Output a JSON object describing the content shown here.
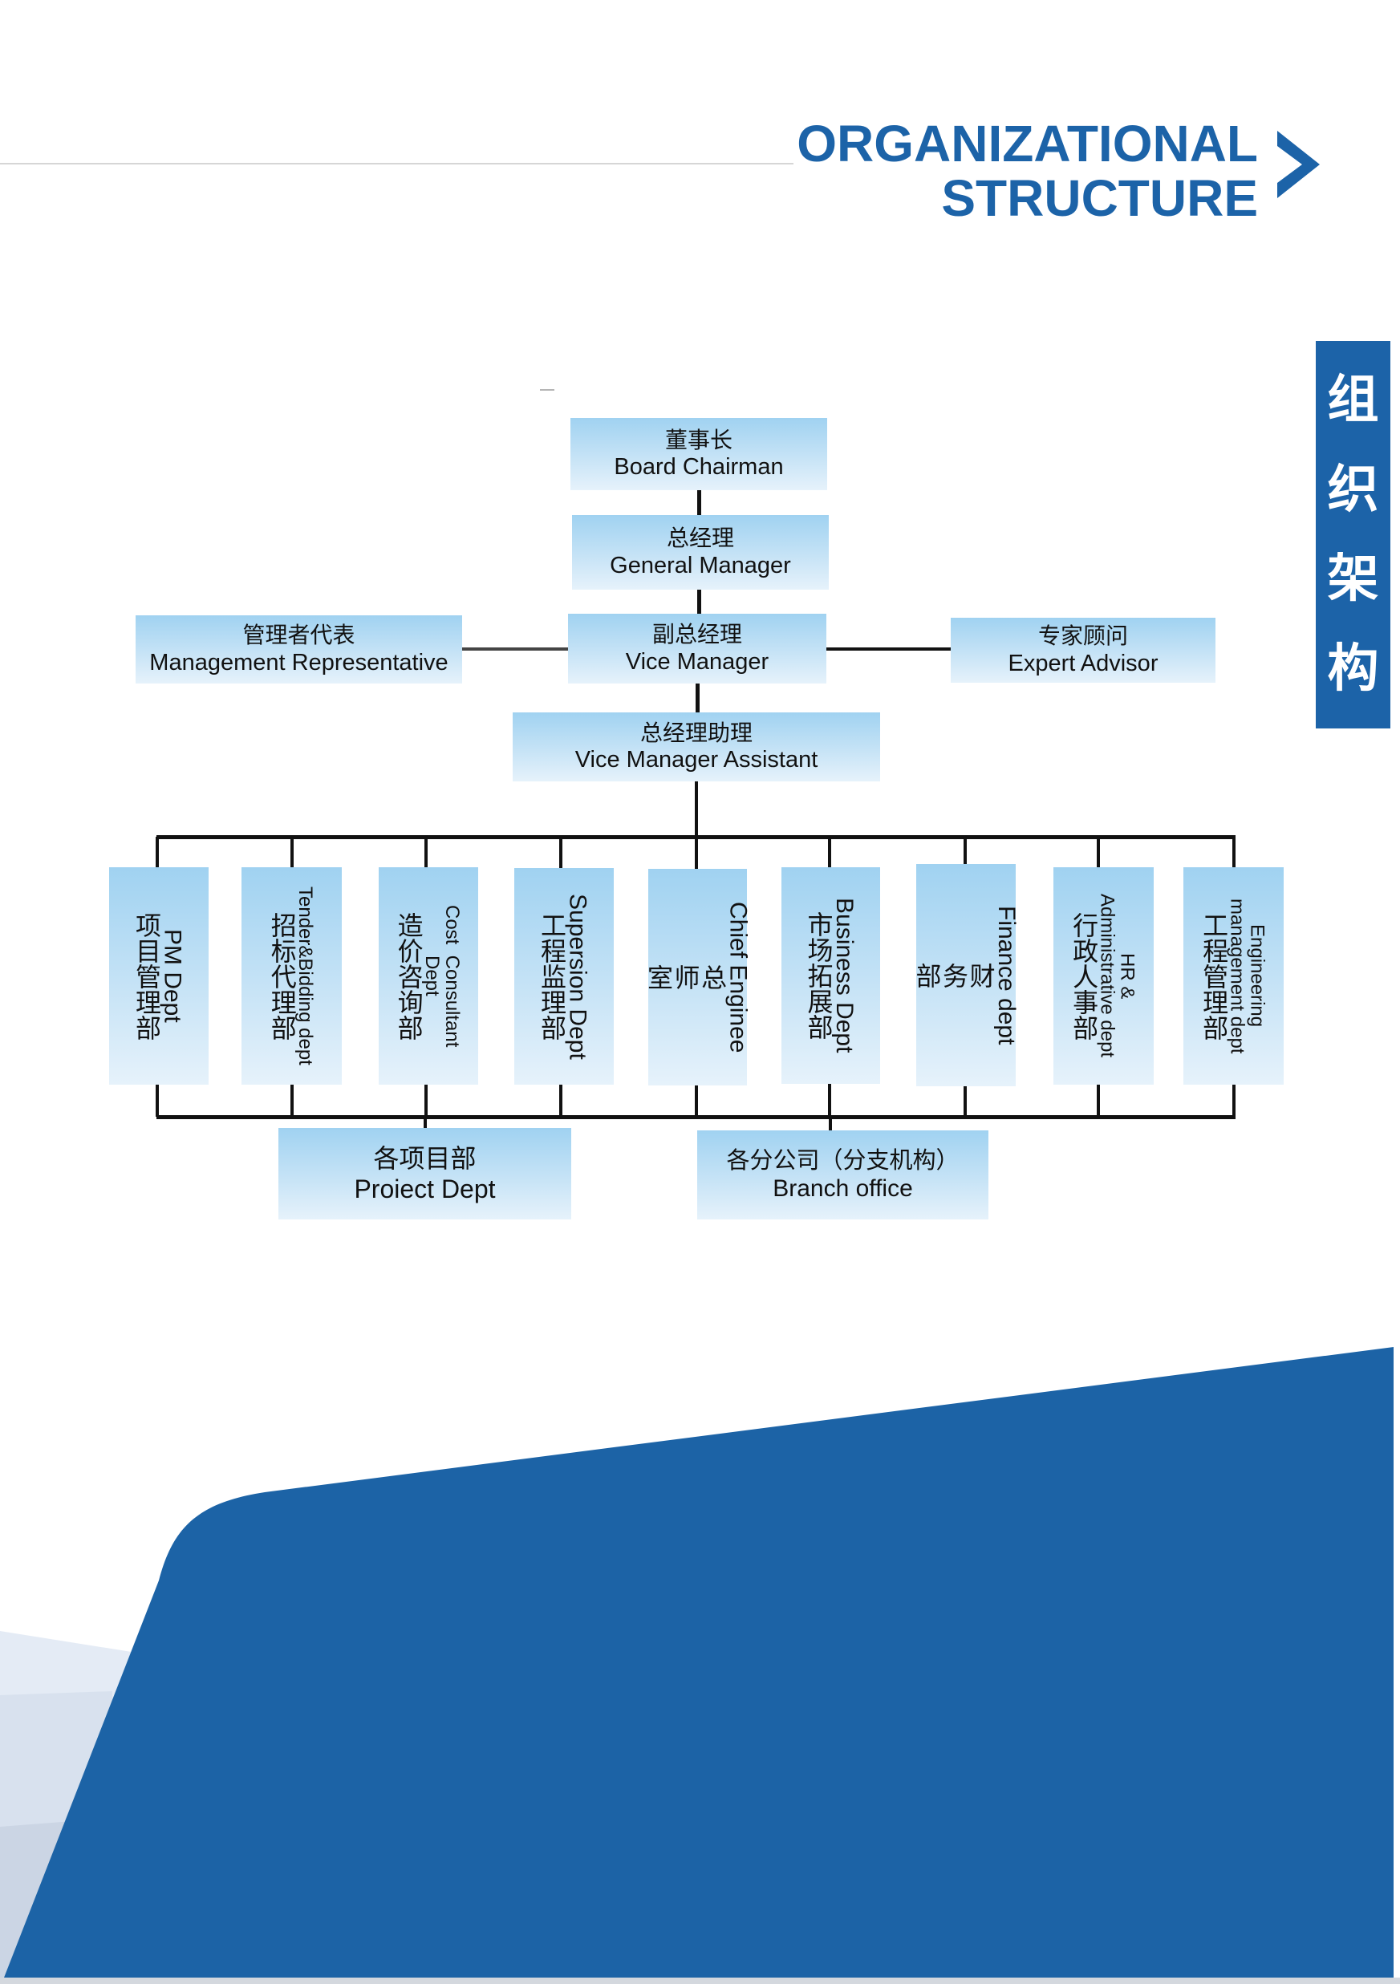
{
  "header": {
    "title_line1": "ORGANIZATIONAL",
    "title_line2": "STRUCTURE",
    "chevron_icon": "chevron-right-icon",
    "side_tab_chars": [
      "组",
      "织",
      "架",
      "构"
    ]
  },
  "colors": {
    "brand_blue": "#1c63a8",
    "box_gradient_top": "#a0d2f1",
    "box_gradient_bottom": "#e6f2fb",
    "connector": "#111111"
  },
  "org_chart": {
    "top": [
      {
        "id": "board-chairman",
        "zh": "董事长",
        "en": "Board Chairman"
      },
      {
        "id": "general-manager",
        "zh": "总经理",
        "en": "General Manager"
      },
      {
        "id": "vice-manager",
        "zh": "副总经理",
        "en": "Vice Manager"
      },
      {
        "id": "management-representative",
        "zh": "管理者代表",
        "en": "Management Representative"
      },
      {
        "id": "expert-advisor",
        "zh": "专家顾问",
        "en": "Expert Advisor"
      },
      {
        "id": "vice-manager-assistant",
        "zh": "总经理助理",
        "en": "Vice Manager Assistant"
      }
    ],
    "departments": [
      {
        "id": "pm-dept",
        "zh": "项目管理部",
        "en": "PM Dept"
      },
      {
        "id": "tender-bidding-dept",
        "zh": "招标代理部",
        "en": "Tender&Bidding dept"
      },
      {
        "id": "cost-consultant-dept",
        "zh": "造价咨询部",
        "en": "Cost  Consultant\nDept"
      },
      {
        "id": "supersion-dept",
        "zh": "工程监理部",
        "en": "Supersion Dept"
      },
      {
        "id": "chief-engineer",
        "zh": "总\n师\n室",
        "en": "Chief Enginee"
      },
      {
        "id": "business-dept",
        "zh": "市场拓展部",
        "en": "Business Dept"
      },
      {
        "id": "finance-dept",
        "zh": "财\n务\n部",
        "en": "Finance dept"
      },
      {
        "id": "hr-admin-dept",
        "zh": "行政人事部",
        "en": "HR &\nAdministrative dept"
      },
      {
        "id": "engineering-mgmt-dept",
        "zh": "工程管理部",
        "en": "Engineering\nmanagement dept"
      }
    ],
    "bottom": [
      {
        "id": "project-dept",
        "zh": "各项目部",
        "en": "Proiect Dept"
      },
      {
        "id": "branch-office",
        "zh": "各分公司（分支机构）",
        "en": "Branch office"
      }
    ]
  }
}
